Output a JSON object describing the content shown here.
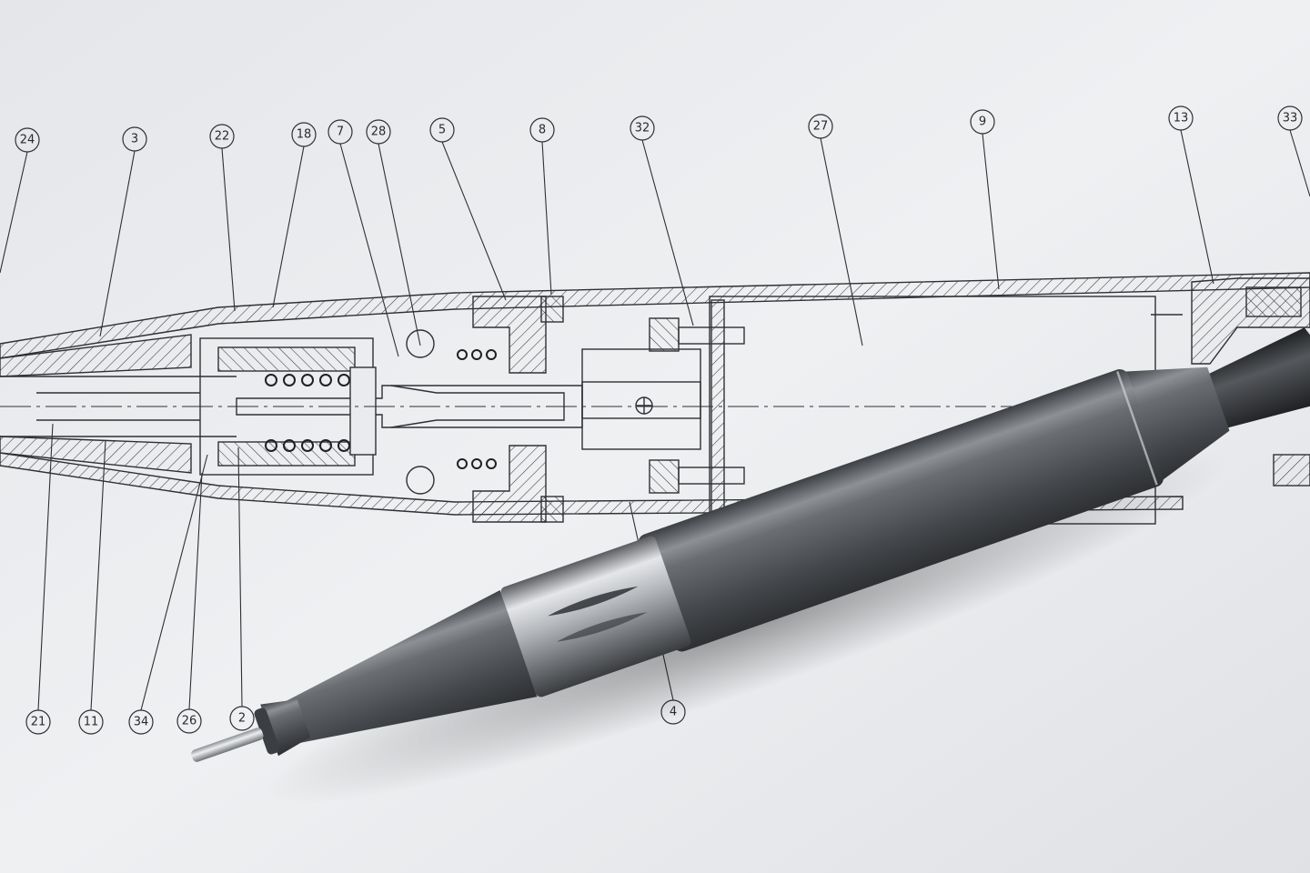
{
  "callouts_top": [
    "24",
    "3",
    "22",
    "18",
    "7",
    "28",
    "5",
    "8",
    "32",
    "27",
    "9",
    "13",
    "33"
  ],
  "callouts_bottom": [
    "21",
    "11",
    "34",
    "26",
    "2",
    "4"
  ],
  "colors": {
    "paper": "#e9ebee",
    "ink": "#2f3035",
    "handpiece_body": "#55585c",
    "handpiece_highlight": "#9a9da1",
    "steel_collar": "#c9ccd0",
    "cable": "#2b2d30"
  }
}
